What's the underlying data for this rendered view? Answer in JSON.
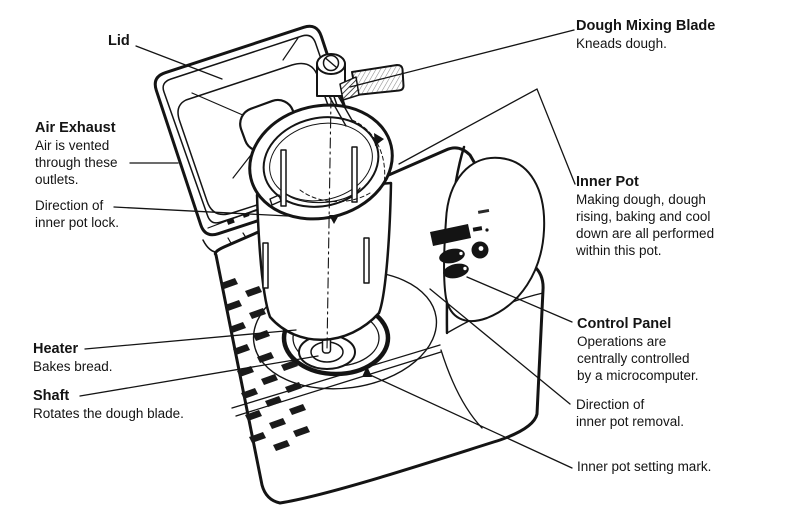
{
  "figure": {
    "background": "#ffffff",
    "line_color": "#141414",
    "subject": "bread maker parts diagram"
  },
  "labels": {
    "lid": {
      "title": "Lid"
    },
    "dough_mixing_blade": {
      "title": "Dough Mixing Blade",
      "lines": [
        "Kneads dough."
      ]
    },
    "air_exhaust": {
      "title": "Air Exhaust",
      "lines": [
        "Air is vented",
        "through these",
        "outlets."
      ]
    },
    "inner_pot_lock": {
      "lines": [
        "Direction of",
        "inner pot lock."
      ]
    },
    "inner_pot": {
      "title": "Inner Pot",
      "lines": [
        "Making dough, dough",
        "rising, baking and cool",
        "down are all performed",
        "within this pot."
      ]
    },
    "heater": {
      "title": "Heater",
      "lines": [
        "Bakes bread."
      ]
    },
    "shaft": {
      "title": "Shaft",
      "lines": [
        "Rotates the dough blade."
      ]
    },
    "control_panel": {
      "title": "Control Panel",
      "lines": [
        "Operations are",
        "centrally controlled",
        "by a microcomputer."
      ]
    },
    "inner_pot_removal": {
      "lines": [
        "Direction of",
        "inner pot removal."
      ]
    },
    "inner_pot_setting_mark": {
      "lines": [
        "Inner pot setting mark."
      ]
    }
  }
}
